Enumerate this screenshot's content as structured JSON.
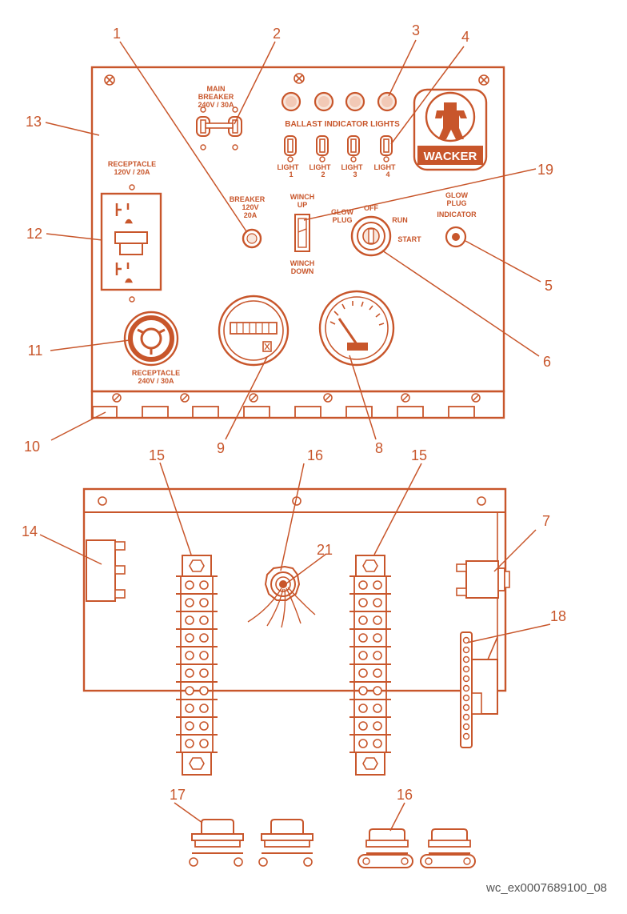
{
  "diagram": {
    "accent_color": "#c8562b",
    "fill_color": "#f8e6dc",
    "background": "#ffffff",
    "figure_id": "wc_ex0007689100_08"
  },
  "callouts": {
    "c1": "1",
    "c2": "2",
    "c3": "3",
    "c4": "4",
    "c5": "5",
    "c6": "6",
    "c7": "7",
    "c8": "8",
    "c9": "9",
    "c10": "10",
    "c11": "11",
    "c12": "12",
    "c13": "13",
    "c14": "14",
    "c15a": "15",
    "c15b": "15",
    "c16a": "16",
    "c16b": "16",
    "c17": "17",
    "c18": "18",
    "c19": "19",
    "c21": "21"
  },
  "panel_labels": {
    "main_breaker_l1": "MAIN",
    "main_breaker_l2": "BREAKER",
    "main_breaker_l3": "240V / 30A",
    "ballast_indicator": "BALLAST INDICATOR LIGHTS",
    "light_word": "LIGHT",
    "light_1": "1",
    "light_2": "2",
    "light_3": "3",
    "light_4": "4",
    "brand": "WACKER",
    "receptacle_120_l1": "RECEPTACLE",
    "receptacle_120_l2": "120V / 20A",
    "breaker_120_l1": "BREAKER",
    "breaker_120_l2": "120V",
    "breaker_120_l3": "20A",
    "winch_up_l1": "WINCH",
    "winch_up_l2": "UP",
    "winch_down_l1": "WINCH",
    "winch_down_l2": "DOWN",
    "glow_plug_l1": "GLOW",
    "glow_plug_l2": "PLUG",
    "key_off": "OFF",
    "key_run": "RUN",
    "key_start": "START",
    "glow_indicator_l1": "GLOW",
    "glow_indicator_l2": "PLUG",
    "glow_indicator_l3": "INDICATOR",
    "receptacle_240_l1": "RECEPTACLE",
    "receptacle_240_l2": "240V / 30A"
  }
}
